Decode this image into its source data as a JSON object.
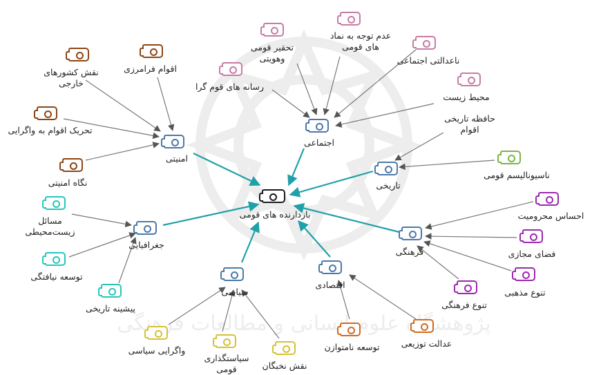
{
  "center": {
    "label": "بازدارنده های قومی",
    "color": "#1a1a1a"
  },
  "colors": {
    "security": "#8B4513",
    "social": "#C77BA5",
    "history": "#7CB342",
    "culture": "#9C27B0",
    "economy": "#D2691E",
    "politics": "#D4C234",
    "geography": "#26C6BA",
    "category": "#4A78A8",
    "arrow_main": "#20A0A8",
    "arrow_sub": "#777777"
  },
  "categories": {
    "security": "امنیتی",
    "social": "اجتماعی",
    "history": "تاریخی",
    "culture": "فرهنگی",
    "economy": "اقتصادی",
    "politics": "سیاسی",
    "geography": "جغرافیایی"
  },
  "factors": {
    "security": [
      "نقش کشورهای خارجی",
      "اقوام فرامرزی",
      "تحریک اقوام به واگرایی",
      "نگاه امنیتی"
    ],
    "social": [
      "تحقیر قومی وهویتی",
      "عدم توجه به نماد های قومی",
      "ناعدالتی اجتماعی",
      "رسانه های قوم گرا",
      "محیط زیست"
    ],
    "history": [
      "حافظه تاریخی اقوام",
      "ناسیونالیسم قومی"
    ],
    "culture": [
      "احساس محرومیت",
      "فضای مجازی",
      "تنوع مذهبی",
      "تنوع فرهنگی"
    ],
    "economy": [
      "عدالت توزیعی",
      "توسعه نامتوازن"
    ],
    "politics": [
      "واگرایی سیاسی",
      "سیاستگذاری قومی",
      "نقش نخبگان"
    ],
    "geography": [
      "مسائل زیست‌محیطی",
      "توسعه نیافتگی",
      "پیشینه تاریخی"
    ]
  },
  "watermark_text": "پژوهشگاه علوم انسانی و مطالعات فرهنگی"
}
